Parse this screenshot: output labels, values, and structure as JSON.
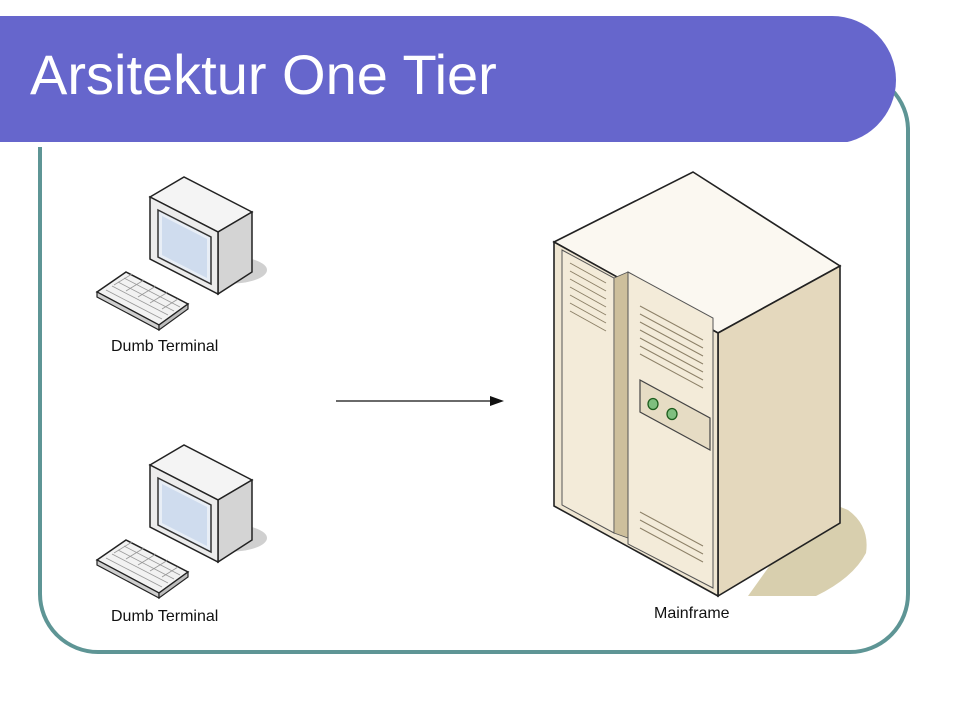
{
  "slide": {
    "title": "Arsitektur One Tier"
  },
  "diagram": {
    "terminals": [
      {
        "label": "Dumb Terminal",
        "icon": "crt-terminal-icon"
      },
      {
        "label": "Dumb Terminal",
        "icon": "crt-terminal-icon"
      }
    ],
    "server": {
      "label": "Mainframe",
      "icon": "mainframe-server-icon"
    },
    "connection": {
      "from": "terminals",
      "to": "server",
      "style": "arrow"
    }
  },
  "colors": {
    "title_bar": "#6666cc",
    "frame_border": "#5e9595",
    "server_body": "#efe6d2",
    "terminal_body": "#e6e6e6",
    "screen": "#d9e6f5"
  }
}
